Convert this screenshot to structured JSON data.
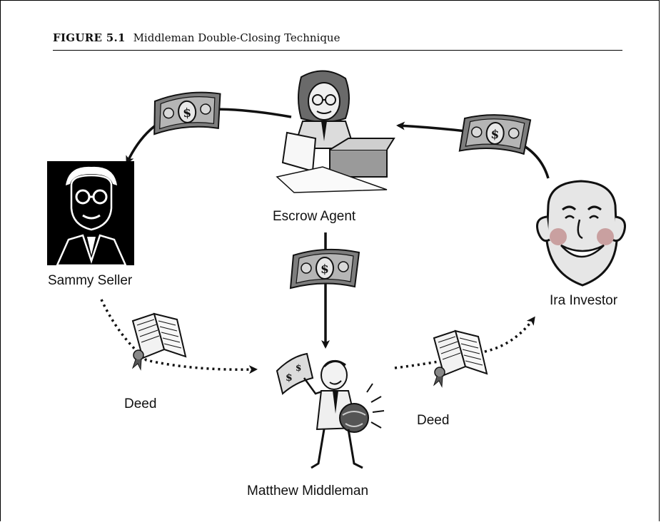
{
  "figure": {
    "label": "FIGURE 5.1",
    "title": "Middleman Double-Closing Technique"
  },
  "nodes": {
    "escrow_agent": "Escrow Agent",
    "sammy_seller": "Sammy Seller",
    "ira_investor": "Ira Investor",
    "matthew_middleman": "Matthew Middleman"
  },
  "edges": {
    "deed_left": "Deed",
    "deed_right": "Deed"
  },
  "icons": {
    "money": "dollar-bill-icon",
    "deed": "deed-scroll-icon",
    "escrow": "escrow-agent-icon",
    "seller": "seller-portrait-icon",
    "investor": "investor-face-icon",
    "middleman": "middleman-icon"
  },
  "colors": {
    "ink": "#111111",
    "bill": "#8a8a8a",
    "cheek": "#c9a0a0"
  }
}
